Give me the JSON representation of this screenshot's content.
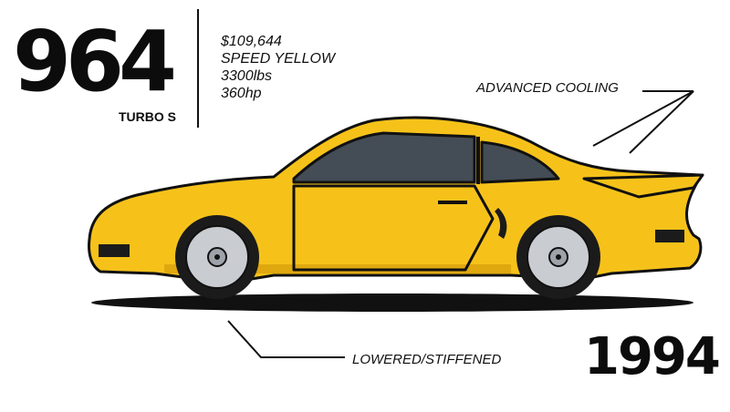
{
  "model": {
    "number": "964",
    "variant": "TURBO S"
  },
  "specs": [
    "$109,644",
    "SPEED YELLOW",
    "3300lbs",
    "360hp"
  ],
  "callouts": {
    "cooling": "ADVANCED COOLING",
    "suspension": "LOWERED/STIFFENED"
  },
  "year": "1994",
  "colors": {
    "body": "#f6c21a",
    "body_shade": "#e0a80f",
    "outline": "#111111",
    "glass": "#444c55",
    "rim": "#c9ccd1",
    "tire": "#1b1b1b"
  }
}
